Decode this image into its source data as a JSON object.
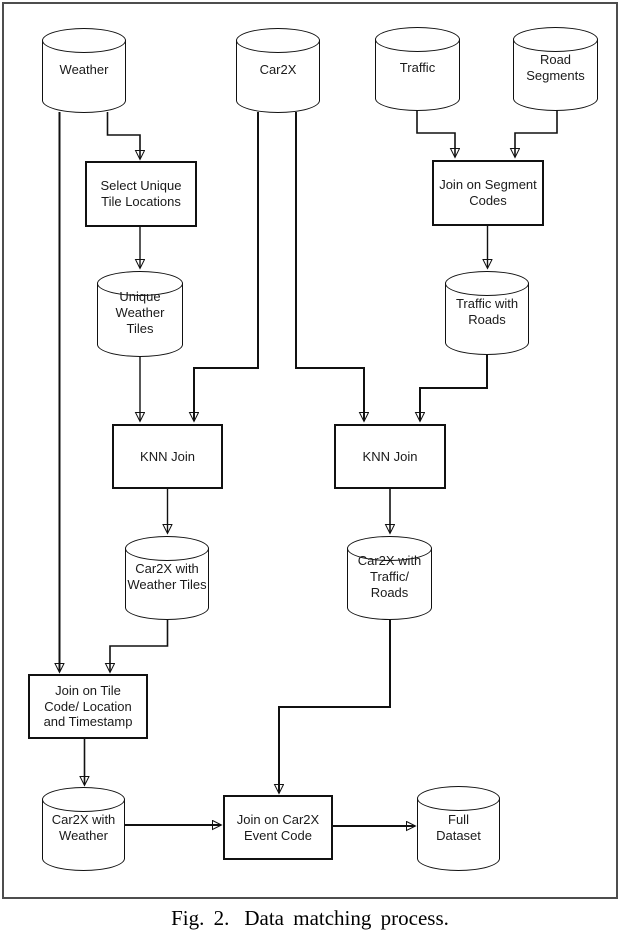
{
  "figure": {
    "caption_prefix": "Fig. 2.",
    "caption_text": "Data matching process."
  },
  "diagram": {
    "nodes": {
      "weather": {
        "type": "datastore",
        "label": "Weather"
      },
      "car2x": {
        "type": "datastore",
        "label": "Car2X"
      },
      "traffic": {
        "type": "datastore",
        "label": "Traffic"
      },
      "road_segments": {
        "type": "datastore",
        "label": "Road\nSegments"
      },
      "select_unique_tiles": {
        "type": "process",
        "label": "Select Unique\nTile Locations"
      },
      "join_segment_codes": {
        "type": "process",
        "label": "Join on Segment\nCodes"
      },
      "unique_weather_tiles": {
        "type": "datastore",
        "label": "Unique\nWeather\nTiles"
      },
      "traffic_with_roads": {
        "type": "datastore",
        "label": "Traffic with\nRoads"
      },
      "knn_join_left": {
        "type": "process",
        "label": "KNN Join"
      },
      "knn_join_right": {
        "type": "process",
        "label": "KNN Join"
      },
      "car2x_weather_tiles": {
        "type": "datastore",
        "label": "Car2X with\nWeather Tiles"
      },
      "car2x_traffic_roads": {
        "type": "datastore",
        "label": "Car2X with\nTraffic/\nRoads"
      },
      "join_tile_code": {
        "type": "process",
        "label": "Join on Tile\nCode/ Location\nand Timestamp"
      },
      "car2x_weather": {
        "type": "datastore",
        "label": "Car2X with\nWeather"
      },
      "join_car2x_event": {
        "type": "process",
        "label": "Join on Car2X\nEvent Code"
      },
      "full_dataset": {
        "type": "datastore",
        "label": "Full\nDataset"
      }
    },
    "edges": [
      {
        "from": "weather",
        "to": "select_unique_tiles"
      },
      {
        "from": "weather",
        "to": "join_tile_code"
      },
      {
        "from": "car2x",
        "to": "knn_join_left"
      },
      {
        "from": "car2x",
        "to": "knn_join_right"
      },
      {
        "from": "traffic",
        "to": "join_segment_codes"
      },
      {
        "from": "road_segments",
        "to": "join_segment_codes"
      },
      {
        "from": "select_unique_tiles",
        "to": "unique_weather_tiles"
      },
      {
        "from": "join_segment_codes",
        "to": "traffic_with_roads"
      },
      {
        "from": "unique_weather_tiles",
        "to": "knn_join_left"
      },
      {
        "from": "traffic_with_roads",
        "to": "knn_join_right"
      },
      {
        "from": "knn_join_left",
        "to": "car2x_weather_tiles"
      },
      {
        "from": "knn_join_right",
        "to": "car2x_traffic_roads"
      },
      {
        "from": "car2x_weather_tiles",
        "to": "join_tile_code"
      },
      {
        "from": "join_tile_code",
        "to": "car2x_weather"
      },
      {
        "from": "car2x_weather",
        "to": "join_car2x_event"
      },
      {
        "from": "car2x_traffic_roads",
        "to": "join_car2x_event"
      },
      {
        "from": "join_car2x_event",
        "to": "full_dataset"
      }
    ]
  }
}
